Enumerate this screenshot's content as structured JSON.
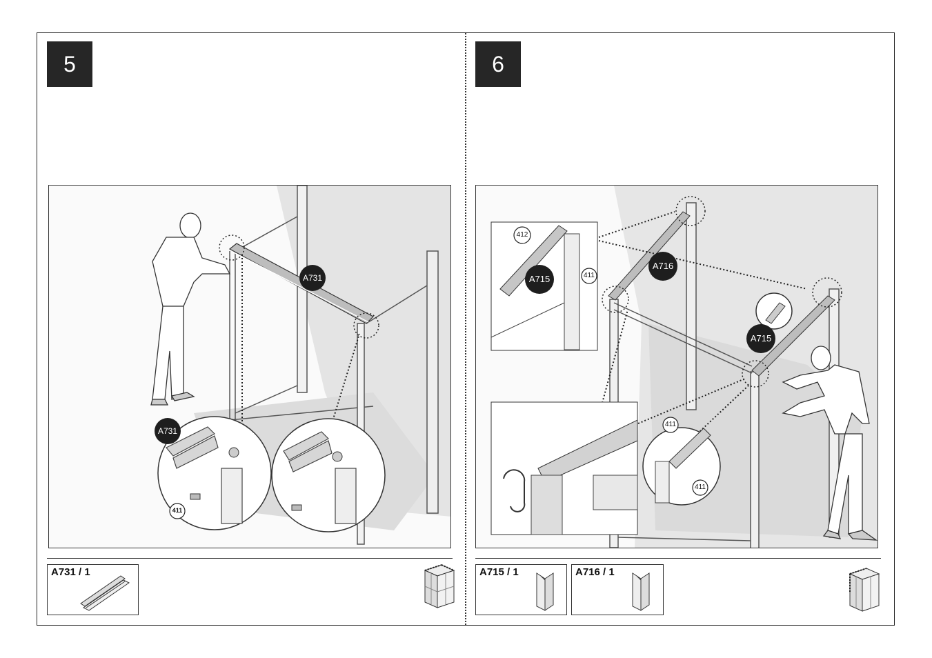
{
  "steps": [
    {
      "number": "5",
      "callouts": {
        "main_part": "A731",
        "detail_part": "A731",
        "screw": "411"
      },
      "parts": [
        {
          "label": "A731 / 1"
        }
      ]
    },
    {
      "number": "6",
      "callouts": {
        "part_a": "A715",
        "part_b": "A716",
        "part_c": "A715",
        "screw_a": "412",
        "screw_b": "411",
        "screw_c": "411",
        "screw_d": "411"
      },
      "parts": [
        {
          "label": "A715 / 1"
        },
        {
          "label": "A716 / 1"
        }
      ]
    }
  ]
}
